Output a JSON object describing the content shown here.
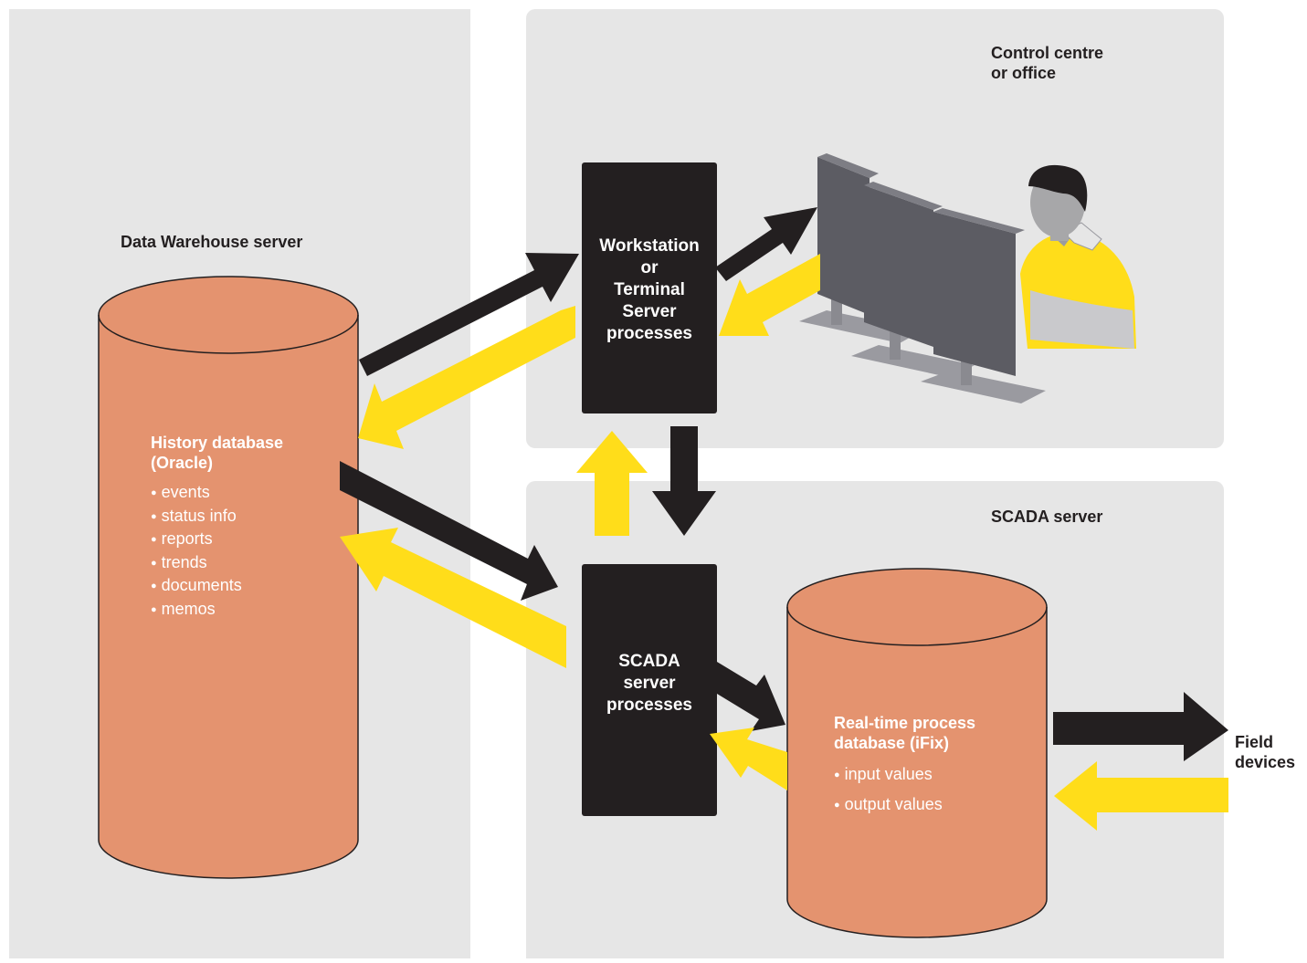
{
  "zones": {
    "data_warehouse": {
      "label": "Data Warehouse server"
    },
    "control_centre": {
      "label": "Control centre\nor office"
    },
    "scada": {
      "label": "SCADA server"
    }
  },
  "boxes": {
    "workstation": {
      "text": "Workstation\nor\nTerminal\nServer\nprocesses"
    },
    "scada_processes": {
      "text": "SCADA\nserver\nprocesses"
    }
  },
  "history_db": {
    "title": "History database\n(Oracle)",
    "items": [
      "events",
      "status info",
      "reports",
      "trends",
      "documents",
      "memos"
    ]
  },
  "realtime_db": {
    "title": "Real-time process\ndatabase (iFix)",
    "items": [
      "input values",
      "output values"
    ]
  },
  "field": {
    "label": "Field\ndevices"
  },
  "colors": {
    "zone_bg": "#e6e6e6",
    "box": "#231f20",
    "database": "#e4936f",
    "arrow_dark": "#231f20",
    "arrow_yellow": "#ffdd1a",
    "shirt": "#ffdd1a",
    "monitor": "#5c5c63"
  }
}
